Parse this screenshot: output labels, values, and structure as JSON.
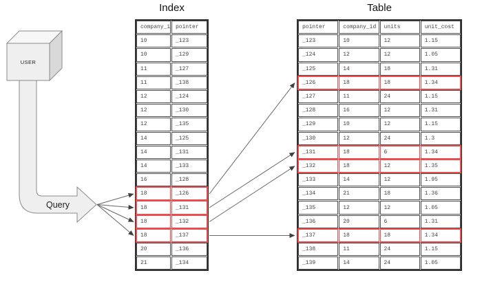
{
  "colors": {
    "highlight_red": "#ee4c4c",
    "cell_border": "#4d4d4d",
    "table_frame": "#2e2e2e",
    "arrow_gray": "#666666",
    "shape_fill": "#efefef",
    "shape_fill_top": "#f7f7f7",
    "shape_fill_side": "#d9d9d9",
    "shape_stroke": "#8a8a8a",
    "cell_text": "#454545"
  },
  "user_box": {
    "label": "USER"
  },
  "query_arrow": {
    "label": "Query"
  },
  "index_table": {
    "title": "Index",
    "headers": [
      "company_id",
      "pointer"
    ],
    "rows": [
      [
        "10",
        "_123"
      ],
      [
        "10",
        "_129"
      ],
      [
        "11",
        "_127"
      ],
      [
        "11",
        "_138"
      ],
      [
        "12",
        "_124"
      ],
      [
        "12",
        "_130"
      ],
      [
        "12",
        "_135"
      ],
      [
        "14",
        "_125"
      ],
      [
        "14",
        "_131"
      ],
      [
        "14",
        "_133"
      ],
      [
        "16",
        "_128"
      ],
      [
        "18",
        "_126"
      ],
      [
        "18",
        "_131"
      ],
      [
        "18",
        "_132"
      ],
      [
        "18",
        "_137"
      ],
      [
        "20",
        "_136"
      ],
      [
        "21",
        "_134"
      ]
    ],
    "highlighted_row_indexes": [
      11,
      12,
      13,
      14
    ]
  },
  "main_table": {
    "title": "Table",
    "headers": [
      "pointer",
      "company_id",
      "units",
      "unit_cost"
    ],
    "rows": [
      [
        "_123",
        "10",
        "12",
        "1.15"
      ],
      [
        "_124",
        "12",
        "12",
        "1.05"
      ],
      [
        "_125",
        "14",
        "18",
        "1.31"
      ],
      [
        "_126",
        "18",
        "18",
        "1.34"
      ],
      [
        "_127",
        "11",
        "24",
        "1.15"
      ],
      [
        "_128",
        "16",
        "12",
        "1.31"
      ],
      [
        "_129",
        "10",
        "12",
        "1.15"
      ],
      [
        "_130",
        "12",
        "24",
        "1.3"
      ],
      [
        "_131",
        "18",
        "6",
        "1.34"
      ],
      [
        "_132",
        "18",
        "12",
        "1.35"
      ],
      [
        "_133",
        "14",
        "12",
        "1.95"
      ],
      [
        "_134",
        "21",
        "18",
        "1.36"
      ],
      [
        "_135",
        "12",
        "12",
        "1.05"
      ],
      [
        "_136",
        "20",
        "6",
        "1.31"
      ],
      [
        "_137",
        "18",
        "18",
        "1.34"
      ],
      [
        "_138",
        "11",
        "24",
        "1.15"
      ],
      [
        "_139",
        "14",
        "24",
        "1.05"
      ]
    ],
    "highlighted_row_indexes": [
      3,
      8,
      9,
      14
    ]
  }
}
